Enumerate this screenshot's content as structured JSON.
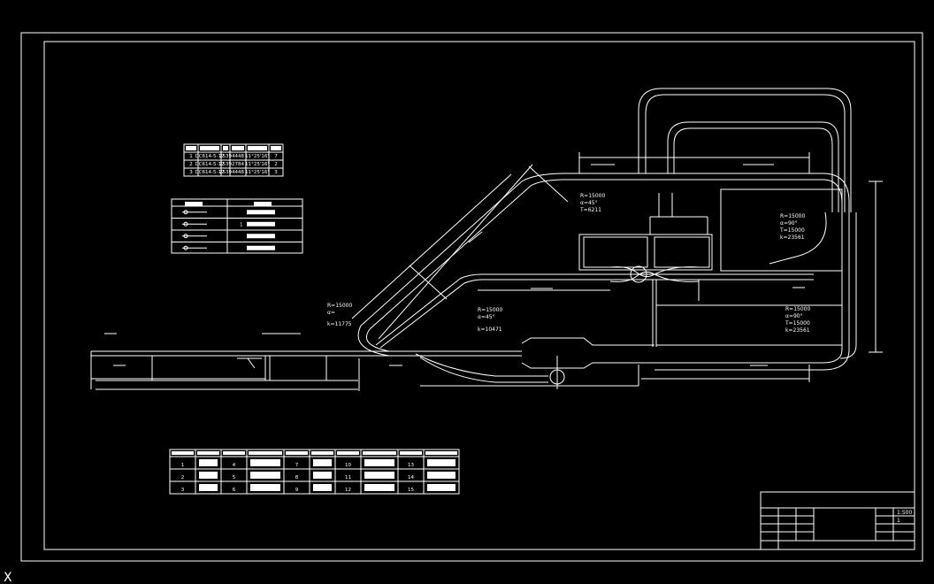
{
  "colors": {
    "background": "#000000",
    "line": "#ffffff",
    "fill": "#ffffff"
  },
  "curve_labels": {
    "c1": [
      "R=15000",
      "α=45°",
      "T=6211"
    ],
    "c2": [
      "R=15000",
      "α=90°",
      "T=15000",
      "k=23561"
    ],
    "c3": [
      "R=15000",
      "α=",
      "k=11775"
    ],
    "c4": [
      "R=15000",
      "α=45°",
      "k=10471"
    ],
    "c5": [
      "R=15000",
      "α=90°",
      "T=15000",
      "k=23561"
    ]
  },
  "turnout_table": {
    "rows": [
      [
        "1",
        "DC614-5-12",
        "2539",
        "4448",
        "11°25'16\"",
        "7"
      ],
      [
        "2",
        "DC614-5-12",
        "2539",
        "2784",
        "11°25'16\"",
        "2"
      ],
      [
        "3",
        "DC614-5-12",
        "2539",
        "4448",
        "11°25'16\"",
        "3"
      ]
    ]
  },
  "legend_table": {
    "row_labels": [
      "",
      "1",
      "",
      ""
    ]
  },
  "bottom_table": {
    "rows": [
      [
        "1",
        "",
        "4",
        "",
        "7",
        "",
        "10",
        "",
        "13",
        ""
      ],
      [
        "2",
        "",
        "5",
        "",
        "8",
        "",
        "11",
        "",
        "14",
        ""
      ],
      [
        "3",
        "",
        "6",
        "",
        "9",
        "",
        "12",
        "",
        "15",
        ""
      ]
    ]
  },
  "title_block": {
    "values": [
      "1:500",
      "1"
    ]
  },
  "cursor_glyph": "X"
}
